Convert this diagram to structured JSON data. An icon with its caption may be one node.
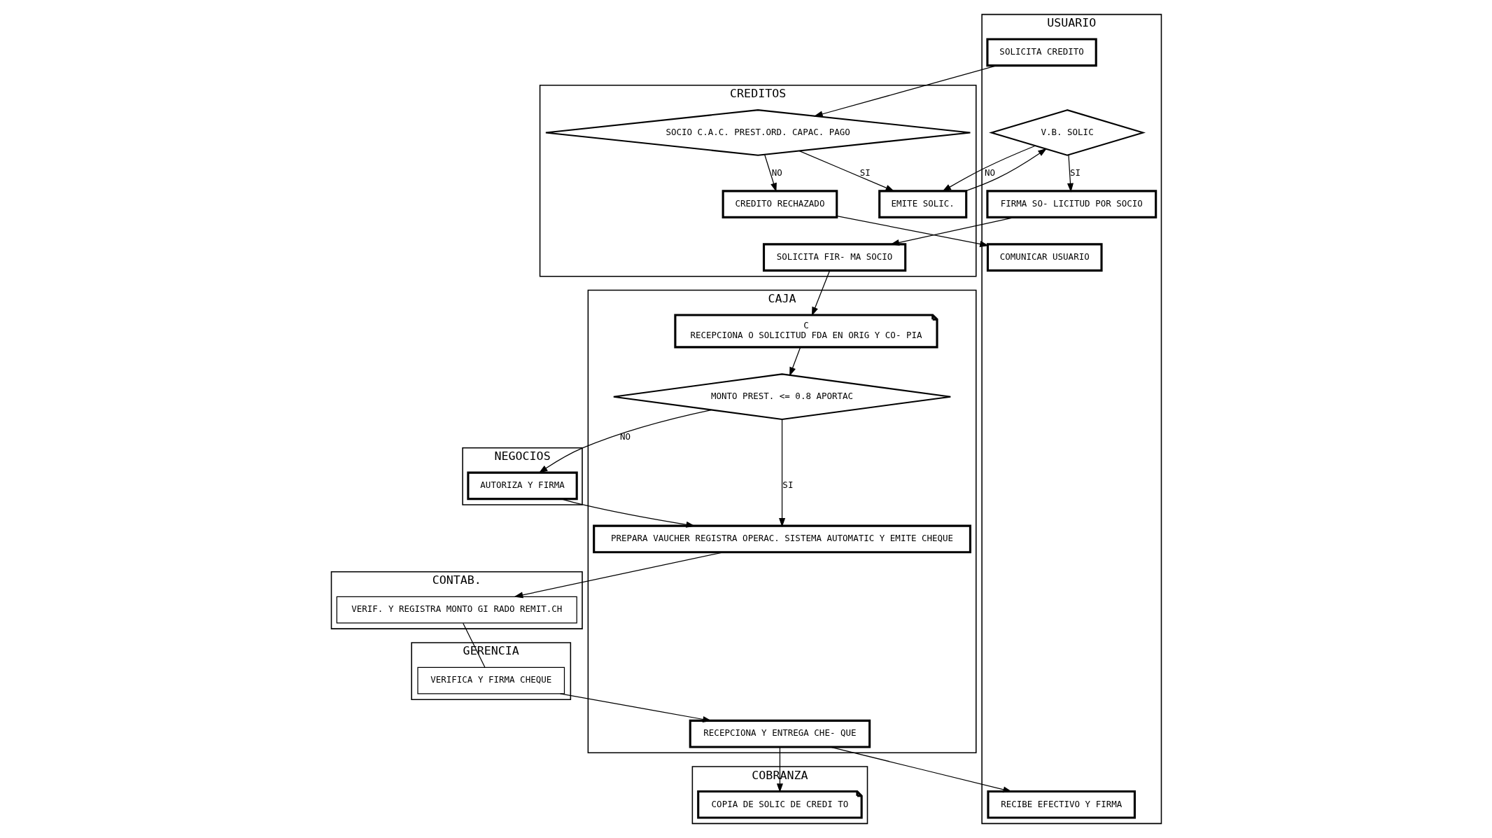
{
  "diagram": {
    "nodes": [
      {
        "text": [
          "USUARIO"
        ]
      },
      {
        "text": [
          "CREDITOS"
        ]
      },
      {
        "text": [
          "NEGOCIOS"
        ]
      },
      {
        "text": [
          "CAJA"
        ]
      },
      {
        "text": [
          "COBRANZA"
        ]
      },
      {
        "text": [
          "CONTAB."
        ]
      },
      {
        "text": [
          "GERENCIA"
        ]
      },
      {
        "text": [
          "COMUNICAR USUARIO"
        ],
        "in": 0
      },
      {
        "text": [
          "CREDITO RECHAZADO"
        ],
        "in": 1
      },
      {
        "text": [
          "AUTORIZA Y FIRMA"
        ],
        "in": 2
      },
      {
        "text": [
          "C",
          "RECEPCIONA O SOLICITUD FDA EN ORIG Y CO- PIA"
        ],
        "in": 3
      },
      {
        "text": [
          "COPIA DE SOLIC DE CREDI TO"
        ],
        "in": 4
      },
      {
        "text": [
          "SOLICITA CREDITO"
        ],
        "in": 0
      },
      {
        "text": [
          "SOCIO C.A.C. PREST.ORD. CAPAC. PAGO"
        ],
        "in": 1
      },
      {
        "text": [
          "MONTO PREST. <= 0.8 APORTAC"
        ],
        "in": 3
      },
      {
        "text": [
          "EMITE SOLIC."
        ],
        "in": 1
      },
      {
        "text": [
          "V.B. SOLIC"
        ],
        "in": 0
      },
      {
        "text": [
          "PREPARA VAUCHER REGISTRA OPERAC. SISTEMA AUTOMATIC Y EMITE CHEQUE"
        ],
        "in": 3
      },
      {
        "text": [
          "VERIF. Y REGISTRA MONTO GI RADO REMIT.CH"
        ],
        "in": 5
      },
      {
        "text": [
          "VERIFICA Y FIRMA CHEQUE"
        ],
        "in": 6
      },
      {
        "text": [
          "FIRMA SO- LICITUD POR SOCIO"
        ],
        "in": 0
      },
      {
        "text": [
          "SOLICITA FIR- MA SOCIO"
        ],
        "in": 1
      },
      {
        "text": [
          "RECIBE EFECTIVO Y FIRMA"
        ],
        "in": 0
      },
      {
        "text": [
          "RECEPCIONA Y ENTREGA CHE- QUE"
        ],
        "in": 3
      }
    ],
    "edges": [
      {
        "from": 8,
        "to": 7,
        "arrow": "to"
      },
      {
        "from": 12,
        "to": 13,
        "arrow": "to"
      },
      {
        "from": 13,
        "to": 8,
        "arrow": "to",
        "label": "NO"
      },
      {
        "from": 13,
        "to": 15,
        "arrow": "to",
        "label": "SI"
      },
      {
        "from": 16,
        "to": 15,
        "arrow": "to",
        "label": "NO"
      },
      {
        "from": 15,
        "to": 16,
        "arrow": "to"
      },
      {
        "from": 16,
        "to": 20,
        "arrow": "to",
        "label": "SI"
      },
      {
        "from": 20,
        "to": 21,
        "arrow": "to"
      },
      {
        "from": 21,
        "to": 10,
        "arrow": "to"
      },
      {
        "from": 10,
        "to": 14,
        "arrow": "to"
      },
      {
        "from": 14,
        "to": 9,
        "arrow": "to",
        "label": "NO"
      },
      {
        "from": 9,
        "to": 17,
        "arrow": "to"
      },
      {
        "from": 14,
        "to": 17,
        "arrow": "to",
        "label": "SI"
      },
      {
        "from": 17,
        "to": 18,
        "arrow": "to"
      },
      {
        "from": 18,
        "to": 19,
        "arrow": "none"
      },
      {
        "from": 19,
        "to": 23,
        "arrow": "to"
      },
      {
        "from": 23,
        "to": 11,
        "arrow": "to"
      },
      {
        "from": 23,
        "to": 22,
        "arrow": "to"
      }
    ]
  }
}
